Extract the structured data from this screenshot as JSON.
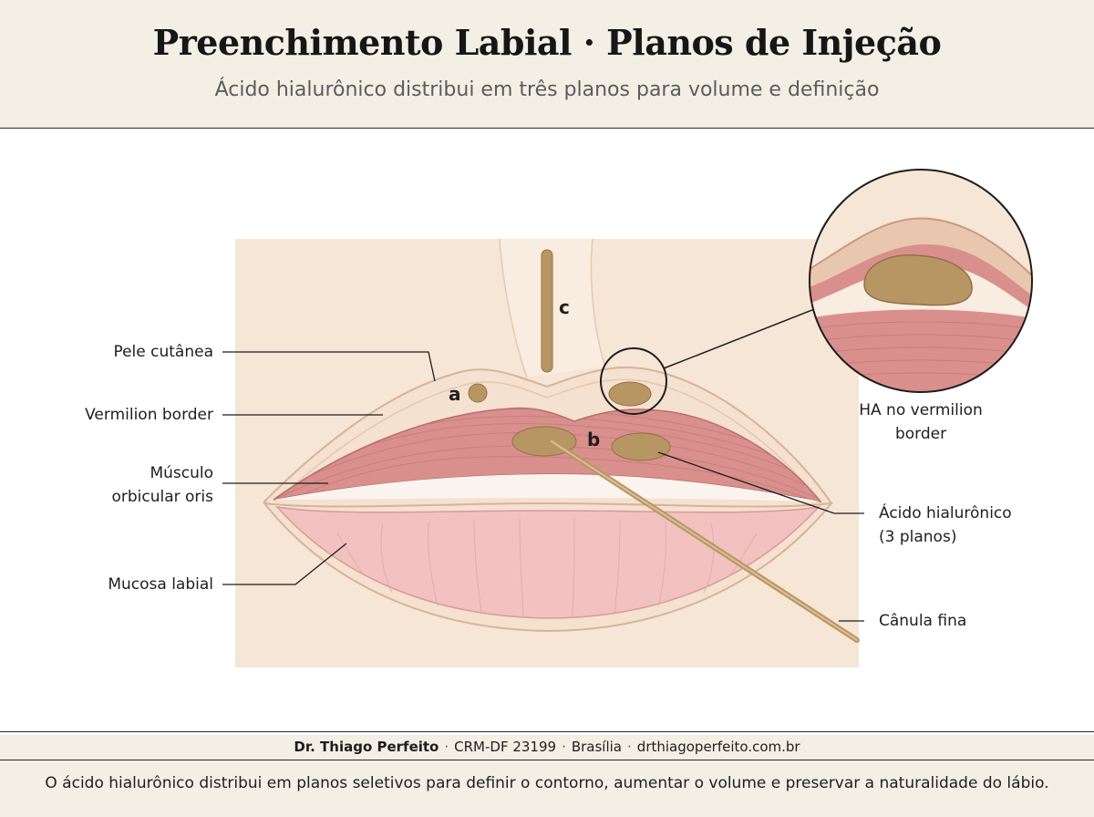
{
  "header": {
    "title": "Preenchimento Labial · Planos de Injeção",
    "subtitle": "Ácido hialurônico distribui em três planos para volume e definição"
  },
  "labels": {
    "pele": "Pele cutânea",
    "vermilion": "Vermilion border",
    "musculo_1": "Músculo",
    "musculo_2": "orbicular oris",
    "mucosa": "Mucosa labial",
    "ha_1": "Ácido hialurônico",
    "ha_2": "(3 planos)",
    "canula": "Cânula fina",
    "zoom_1": "HA no vermilion",
    "zoom_2": "border"
  },
  "markers": {
    "a": "a",
    "b": "b",
    "c": "c"
  },
  "footer": {
    "name": "Dr. Thiago Perfeito",
    "crm": "CRM-DF 23199",
    "city": "Brasília",
    "site": "drthiagoperfeito.com.br",
    "separator": "·",
    "caption": "O ácido hialurônico distribui em planos seletivos para definir o contorno, aumentar o volume e preservar a naturalidade do lábio."
  },
  "colors": {
    "background_panel": "#f5e6d6",
    "skin": "#f2dccb",
    "muscle": "#d9908c",
    "mucosa": "#f1c2c0",
    "filler": "#b89664"
  }
}
